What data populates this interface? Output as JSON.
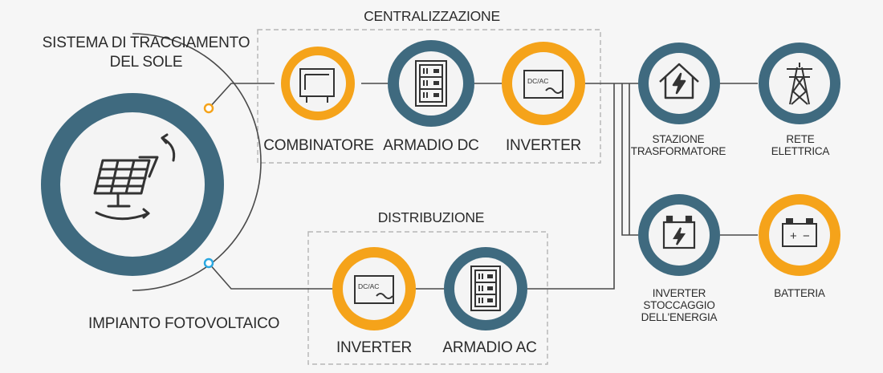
{
  "groups": {
    "centralized": "CENTRALIZZAZIONE",
    "distributed": "DISTRIBUZIONE"
  },
  "sources": {
    "tracking": [
      "SISTEMA DI TRACCIAMENTO",
      "DEL SOLE"
    ],
    "pv_plant": "IMPIANTO FOTOVOLTAICO"
  },
  "nodes": {
    "combiner": "COMBINATORE",
    "dc_cabinet": "ARMADIO DC",
    "inverter_central": "INVERTER",
    "transformer": [
      "STAZIONE",
      "TRASFORMATORE"
    ],
    "grid": [
      "RETE",
      "ELETTRICA"
    ],
    "storage_inverter": [
      "INVERTER",
      "STOCCAGGIO",
      "DELL'ENERGIA"
    ],
    "battery": "BATTERIA",
    "inverter_distributed": "INVERTER",
    "ac_cabinet": "ARMADIO AC"
  },
  "icon_text": {
    "dcac": "DC/AC",
    "battery_plus": "+",
    "battery_minus": "−"
  },
  "colors": {
    "teal": "#3f6a7f",
    "orange": "#f5a31a",
    "background": "#f6f6f6",
    "line": "#4a4a4a",
    "dash": "#b5b5b5",
    "icon": "#333333",
    "dot_orange": "#f5a31a",
    "dot_blue": "#2aa7e0"
  }
}
